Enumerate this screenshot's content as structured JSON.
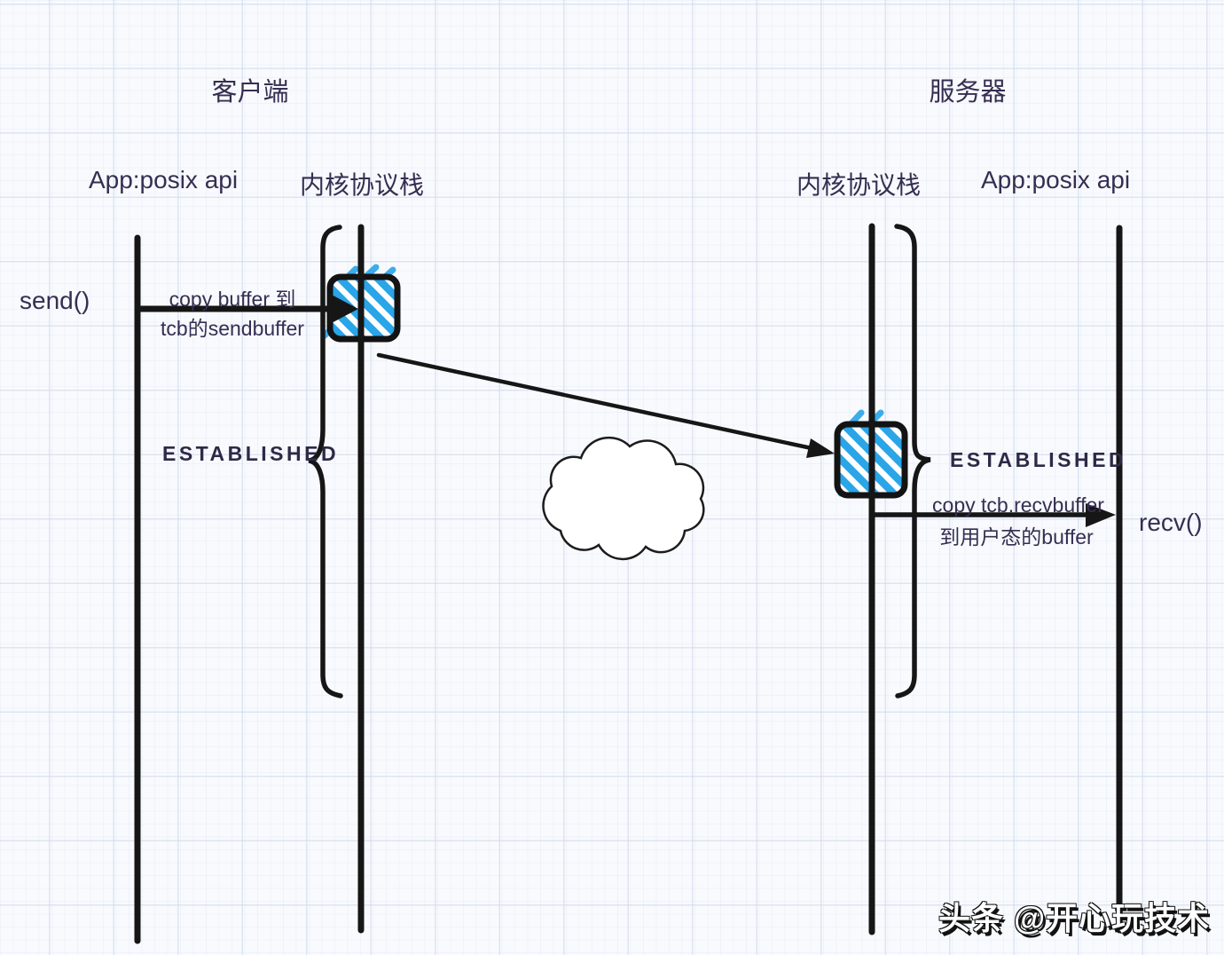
{
  "diagram": {
    "client": {
      "title": "客户端",
      "app_label": "App:posix api",
      "kernel_label": "内核协议栈",
      "call_label": "send()",
      "state_label": "ESTABLISHED",
      "message_line1": "copy buffer 到",
      "message_line2": "tcb的sendbuffer"
    },
    "server": {
      "title": "服务器",
      "kernel_label": "内核协议栈",
      "app_label": "App:posix api",
      "call_label": "recv()",
      "state_label": "ESTABLISHED",
      "message_line1": "copy tcb.recvbuffer",
      "message_line2": "到用户态的buffer"
    },
    "watermark": "头条 @开心玩技术",
    "icons": {
      "send_buffer": "send-buffer-icon",
      "recv_buffer": "recv-buffer-icon",
      "network_cloud": "network-cloud-icon"
    },
    "colors": {
      "ink": "#161616",
      "text": "#362e52",
      "buffer_blue": "#29a5e8",
      "background": "#f8fafd",
      "grid_line": "#cdd7ea"
    }
  }
}
